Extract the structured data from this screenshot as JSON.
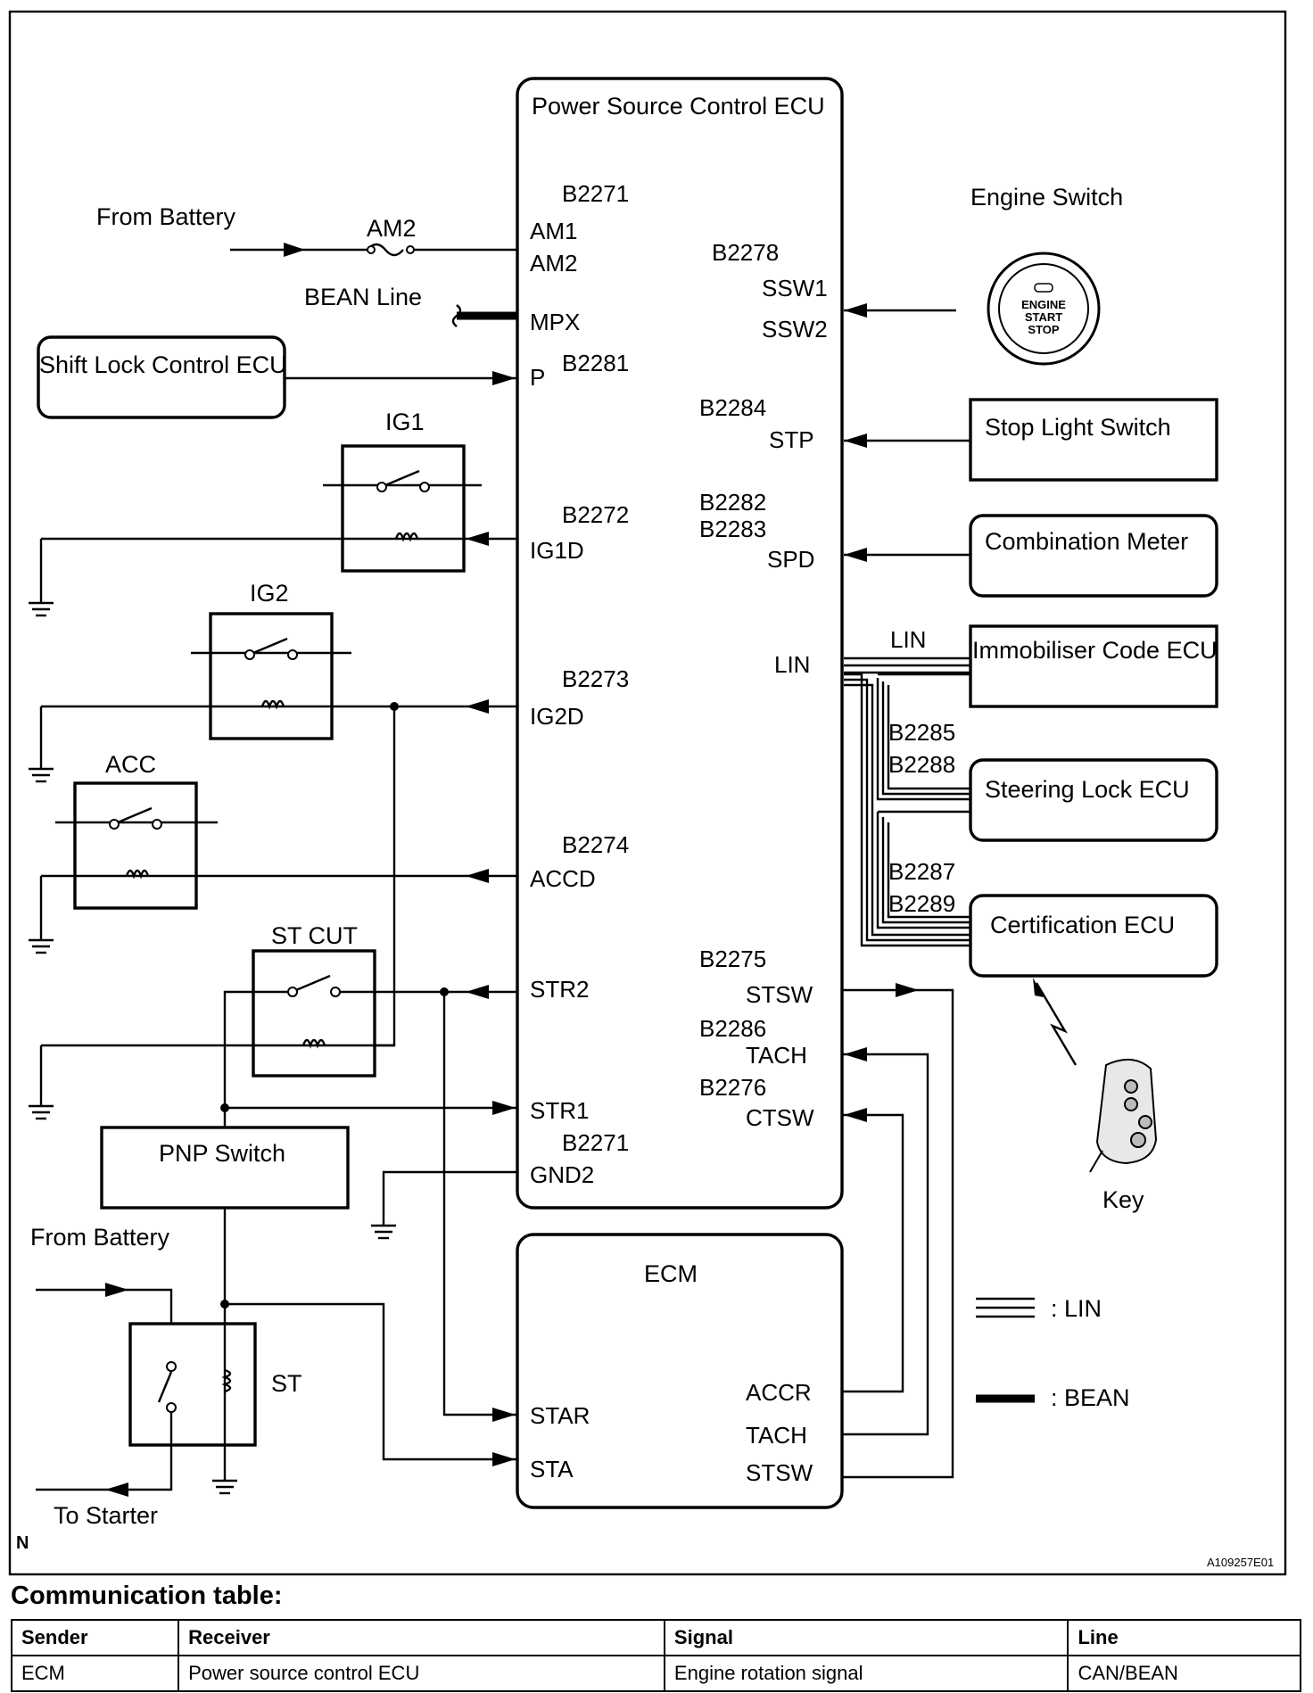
{
  "diagram": {
    "ecu_title": "Power Source Control ECU",
    "ecm_title": "ECM",
    "from_battery": "From Battery",
    "from_battery_2": "From Battery",
    "to_starter": "To Starter",
    "fuse_am2": "AM2",
    "bean_line_label": "BEAN Line",
    "engine_switch": "Engine Switch",
    "engine_switch_text": [
      "ENGINE",
      "START",
      "STOP"
    ],
    "shift_lock": "Shift Lock Control ECU",
    "stop_light": "Stop Light Switch",
    "comb_meter": "Combination Meter",
    "immobiliser": "Immobiliser Code ECU",
    "steering_lock": "Steering Lock ECU",
    "certification": "Certification ECU",
    "pnp_switch": "PNP Switch",
    "key": "Key",
    "lin_label": "LIN",
    "relay_ig1": "IG1",
    "relay_ig2": "IG2",
    "relay_acc": "ACC",
    "relay_stcut": "ST CUT",
    "relay_st": "ST",
    "legend_lin": ":  LIN",
    "legend_bean": ":   BEAN",
    "corner_n": "N",
    "figure_code": "A109257E01",
    "dtc": {
      "b2271_top": "B2271",
      "b2278": "B2278",
      "b2281": "B2281",
      "b2284": "B2284",
      "b2272": "B2272",
      "b2282": "B2282",
      "b2283": "B2283",
      "b2273": "B2273",
      "b2285": "B2285",
      "b2288": "B2288",
      "b2274": "B2274",
      "b2287": "B2287",
      "b2289": "B2289",
      "b2275": "B2275",
      "b2286": "B2286",
      "b2276": "B2276",
      "b2271_bottom": "B2271"
    },
    "pins": {
      "am1": "AM1",
      "am2": "AM2",
      "mpx": "MPX",
      "p": "P",
      "ig1d": "IG1D",
      "ig2d": "IG2D",
      "accd": "ACCD",
      "str2": "STR2",
      "str1": "STR1",
      "gnd2": "GND2",
      "ssw1": "SSW1",
      "ssw2": "SSW2",
      "stp": "STP",
      "spd": "SPD",
      "lin": "LIN",
      "stsw": "STSW",
      "tach": "TACH",
      "ctsw": "CTSW",
      "star": "STAR",
      "sta": "STA",
      "accr": "ACCR",
      "ecm_tach": "TACH",
      "ecm_stsw": "STSW"
    }
  },
  "comm_table": {
    "title": "Communication table:",
    "headers": [
      "Sender",
      "Receiver",
      "Signal",
      "Line"
    ],
    "rows": [
      [
        "ECM",
        "Power source control ECU",
        "Engine rotation signal",
        "CAN/BEAN"
      ]
    ]
  }
}
